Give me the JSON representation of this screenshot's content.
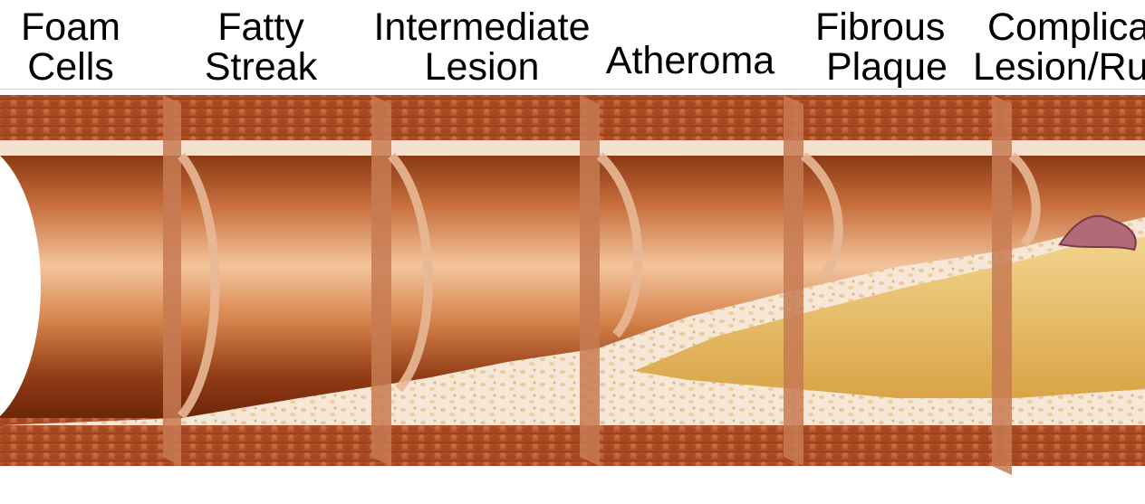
{
  "labels": [
    {
      "lines": [
        "Foam",
        "Cells"
      ]
    },
    {
      "lines": [
        "Fatty",
        "Streak"
      ]
    },
    {
      "lines": [
        "Intermediate",
        "Lesion"
      ]
    },
    {
      "lines": [
        "Atheroma"
      ]
    },
    {
      "lines": [
        "Fibrous",
        "Plaque"
      ]
    },
    {
      "lines": [
        "Complica",
        "Lesion/Ru"
      ]
    }
  ],
  "colors": {
    "wall_dark": "#8a3314",
    "wall_mid": "#b4552a",
    "lumen_light": "#f3c49b",
    "lumen_dark": "#7a2d0c",
    "intima": "#f6e7d6",
    "plaque": "#e8b65a",
    "plaque_light": "#f2d48e",
    "rupture": "#b36a78"
  }
}
